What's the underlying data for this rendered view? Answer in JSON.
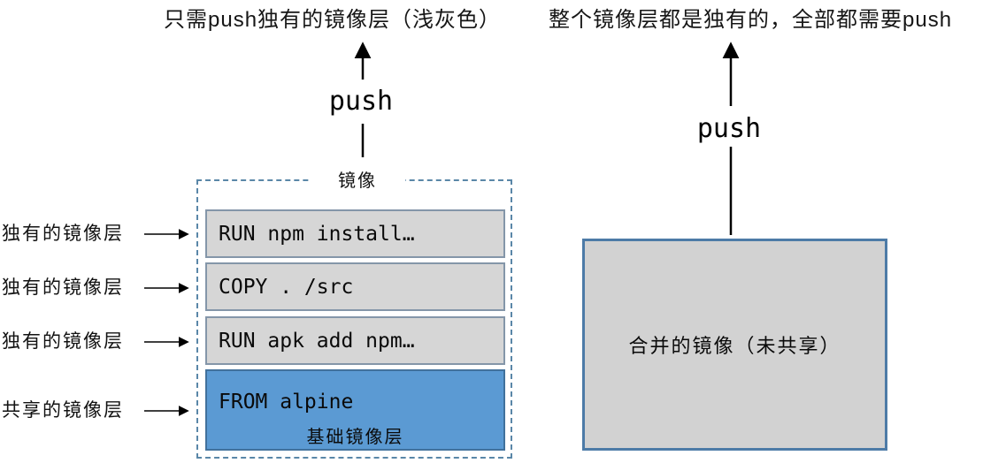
{
  "annotations": {
    "left_title": "只需push独有的镜像层（浅灰色）",
    "right_title": "整个镜像层都是独有的，全部都需要push"
  },
  "left_diagram": {
    "push_label": "push",
    "box_label": "镜像",
    "layers": [
      {
        "text": "RUN npm install…",
        "type": "unique"
      },
      {
        "text": "COPY . /src",
        "type": "unique"
      },
      {
        "text": "RUN apk add npm…",
        "type": "unique"
      },
      {
        "text": "FROM alpine",
        "sublabel": "基础镜像层",
        "type": "shared"
      }
    ],
    "row_labels": [
      "独有的镜像层",
      "独有的镜像层",
      "独有的镜像层",
      "共享的镜像层"
    ]
  },
  "right_diagram": {
    "push_label": "push",
    "box_label": "合并的镜像（未共享）"
  },
  "colors": {
    "shared_layer_blue": "#5b9ad3",
    "unique_layer_gray": "#d6d6d6",
    "layer_border": "#8496a9",
    "solid_box_border": "#4d7ba7",
    "dashed_border": "#5a87a8",
    "arrow_black": "#000000"
  }
}
